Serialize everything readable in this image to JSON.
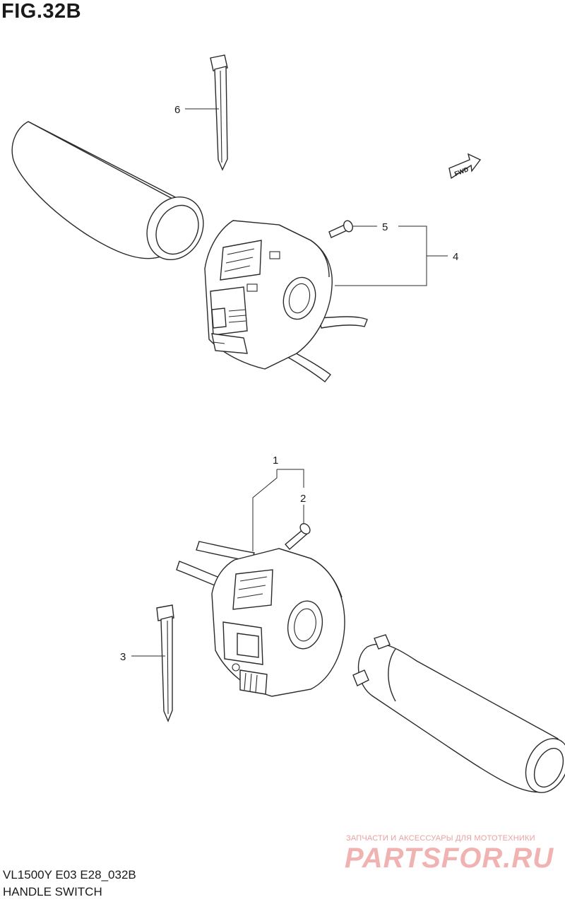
{
  "figure": {
    "title": "FIG.32B",
    "model_code": "VL1500Y E03 E28_032B",
    "name": "HANDLE SWITCH"
  },
  "callouts": [
    {
      "id": "callout-1",
      "label": "1"
    },
    {
      "id": "callout-2",
      "label": "2"
    },
    {
      "id": "callout-3",
      "label": "3"
    },
    {
      "id": "callout-4",
      "label": "4"
    },
    {
      "id": "callout-5",
      "label": "5"
    },
    {
      "id": "callout-6",
      "label": "6"
    }
  ],
  "fwd_label": "FWD",
  "watermark": {
    "tagline": "ЗАПЧАСТИ И АКСЕССУАРЫ ДЛЯ МОТОТЕХНИКИ",
    "brand": "PARTSFOR.RU"
  }
}
